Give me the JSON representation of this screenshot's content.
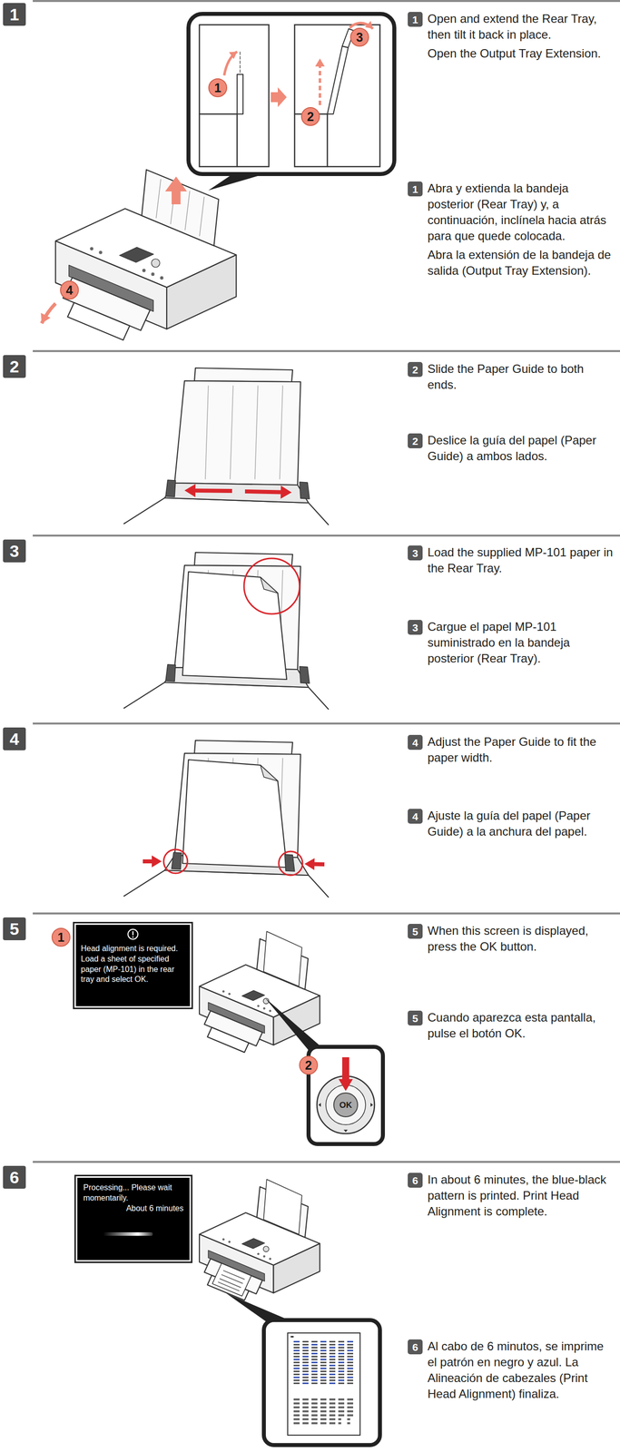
{
  "diagram": {
    "nodes": [
      {
        "text": [
          "1"
        ]
      },
      {
        "text": [
          "1"
        ]
      },
      {
        "text": [
          "2"
        ]
      },
      {
        "text": [
          "3"
        ]
      },
      {
        "text": [
          "4"
        ]
      },
      {
        "text": [
          "1"
        ]
      },
      {
        "text": [
          "1"
        ]
      },
      {
        "text": [
          "2"
        ]
      },
      {
        "text": [
          "2"
        ]
      },
      {
        "text": [
          "2"
        ]
      },
      {
        "text": [
          "3"
        ]
      },
      {
        "text": [
          "3"
        ]
      },
      {
        "text": [
          "3"
        ]
      },
      {
        "text": [
          "4"
        ]
      },
      {
        "text": [
          "4"
        ]
      },
      {
        "text": [
          "4"
        ]
      },
      {
        "text": [
          "5"
        ]
      },
      {
        "text": [
          "1"
        ]
      },
      {
        "text": [
          "Head alignment is required. Load a sheet of specified paper (MP-101) in the rear tray and select OK."
        ]
      },
      {
        "text": [
          "2"
        ]
      },
      {
        "text": [
          "OK"
        ]
      },
      {
        "text": [
          "5"
        ]
      },
      {
        "text": [
          "5"
        ]
      },
      {
        "text": [
          "6"
        ]
      },
      {
        "text": [
          "Processing... Please wait momentarily.",
          "About 6 minutes"
        ]
      },
      {
        "text": [
          "6"
        ]
      },
      {
        "text": [
          "6"
        ]
      }
    ],
    "labels": [
      "Open and extend the Rear Tray, then tilt it back in place.",
      "Open the Output Tray Extension.",
      "Abra y extienda la bandeja posterior (Rear Tray) y, a continuación, inclínela hacia atrás para que quede colocada.",
      "Abra la extensión de la bandeja de salida (Output Tray Extension).",
      "Slide the Paper Guide to both ends.",
      "Deslice la guía del papel (Paper Guide) a ambos lados.",
      "Load the supplied MP-101 paper in the Rear Tray.",
      "Cargue el papel MP-101 suministrado en la bandeja posterior (Rear Tray).",
      "Adjust the Paper Guide to fit the paper width.",
      "Ajuste la guía del papel (Paper Guide) a la anchura del papel.",
      "When this screen is displayed, press the OK button.",
      "Cuando aparezca esta pantalla, pulse el botón OK.",
      "In about 6 minutes, the blue-black pattern is printed. Print Head Alignment is complete.",
      "Al cabo de 6 minutos, se imprime el patrón en negro y azul. La Alineación de cabezales (Print Head Alignment) finaliza."
    ]
  }
}
